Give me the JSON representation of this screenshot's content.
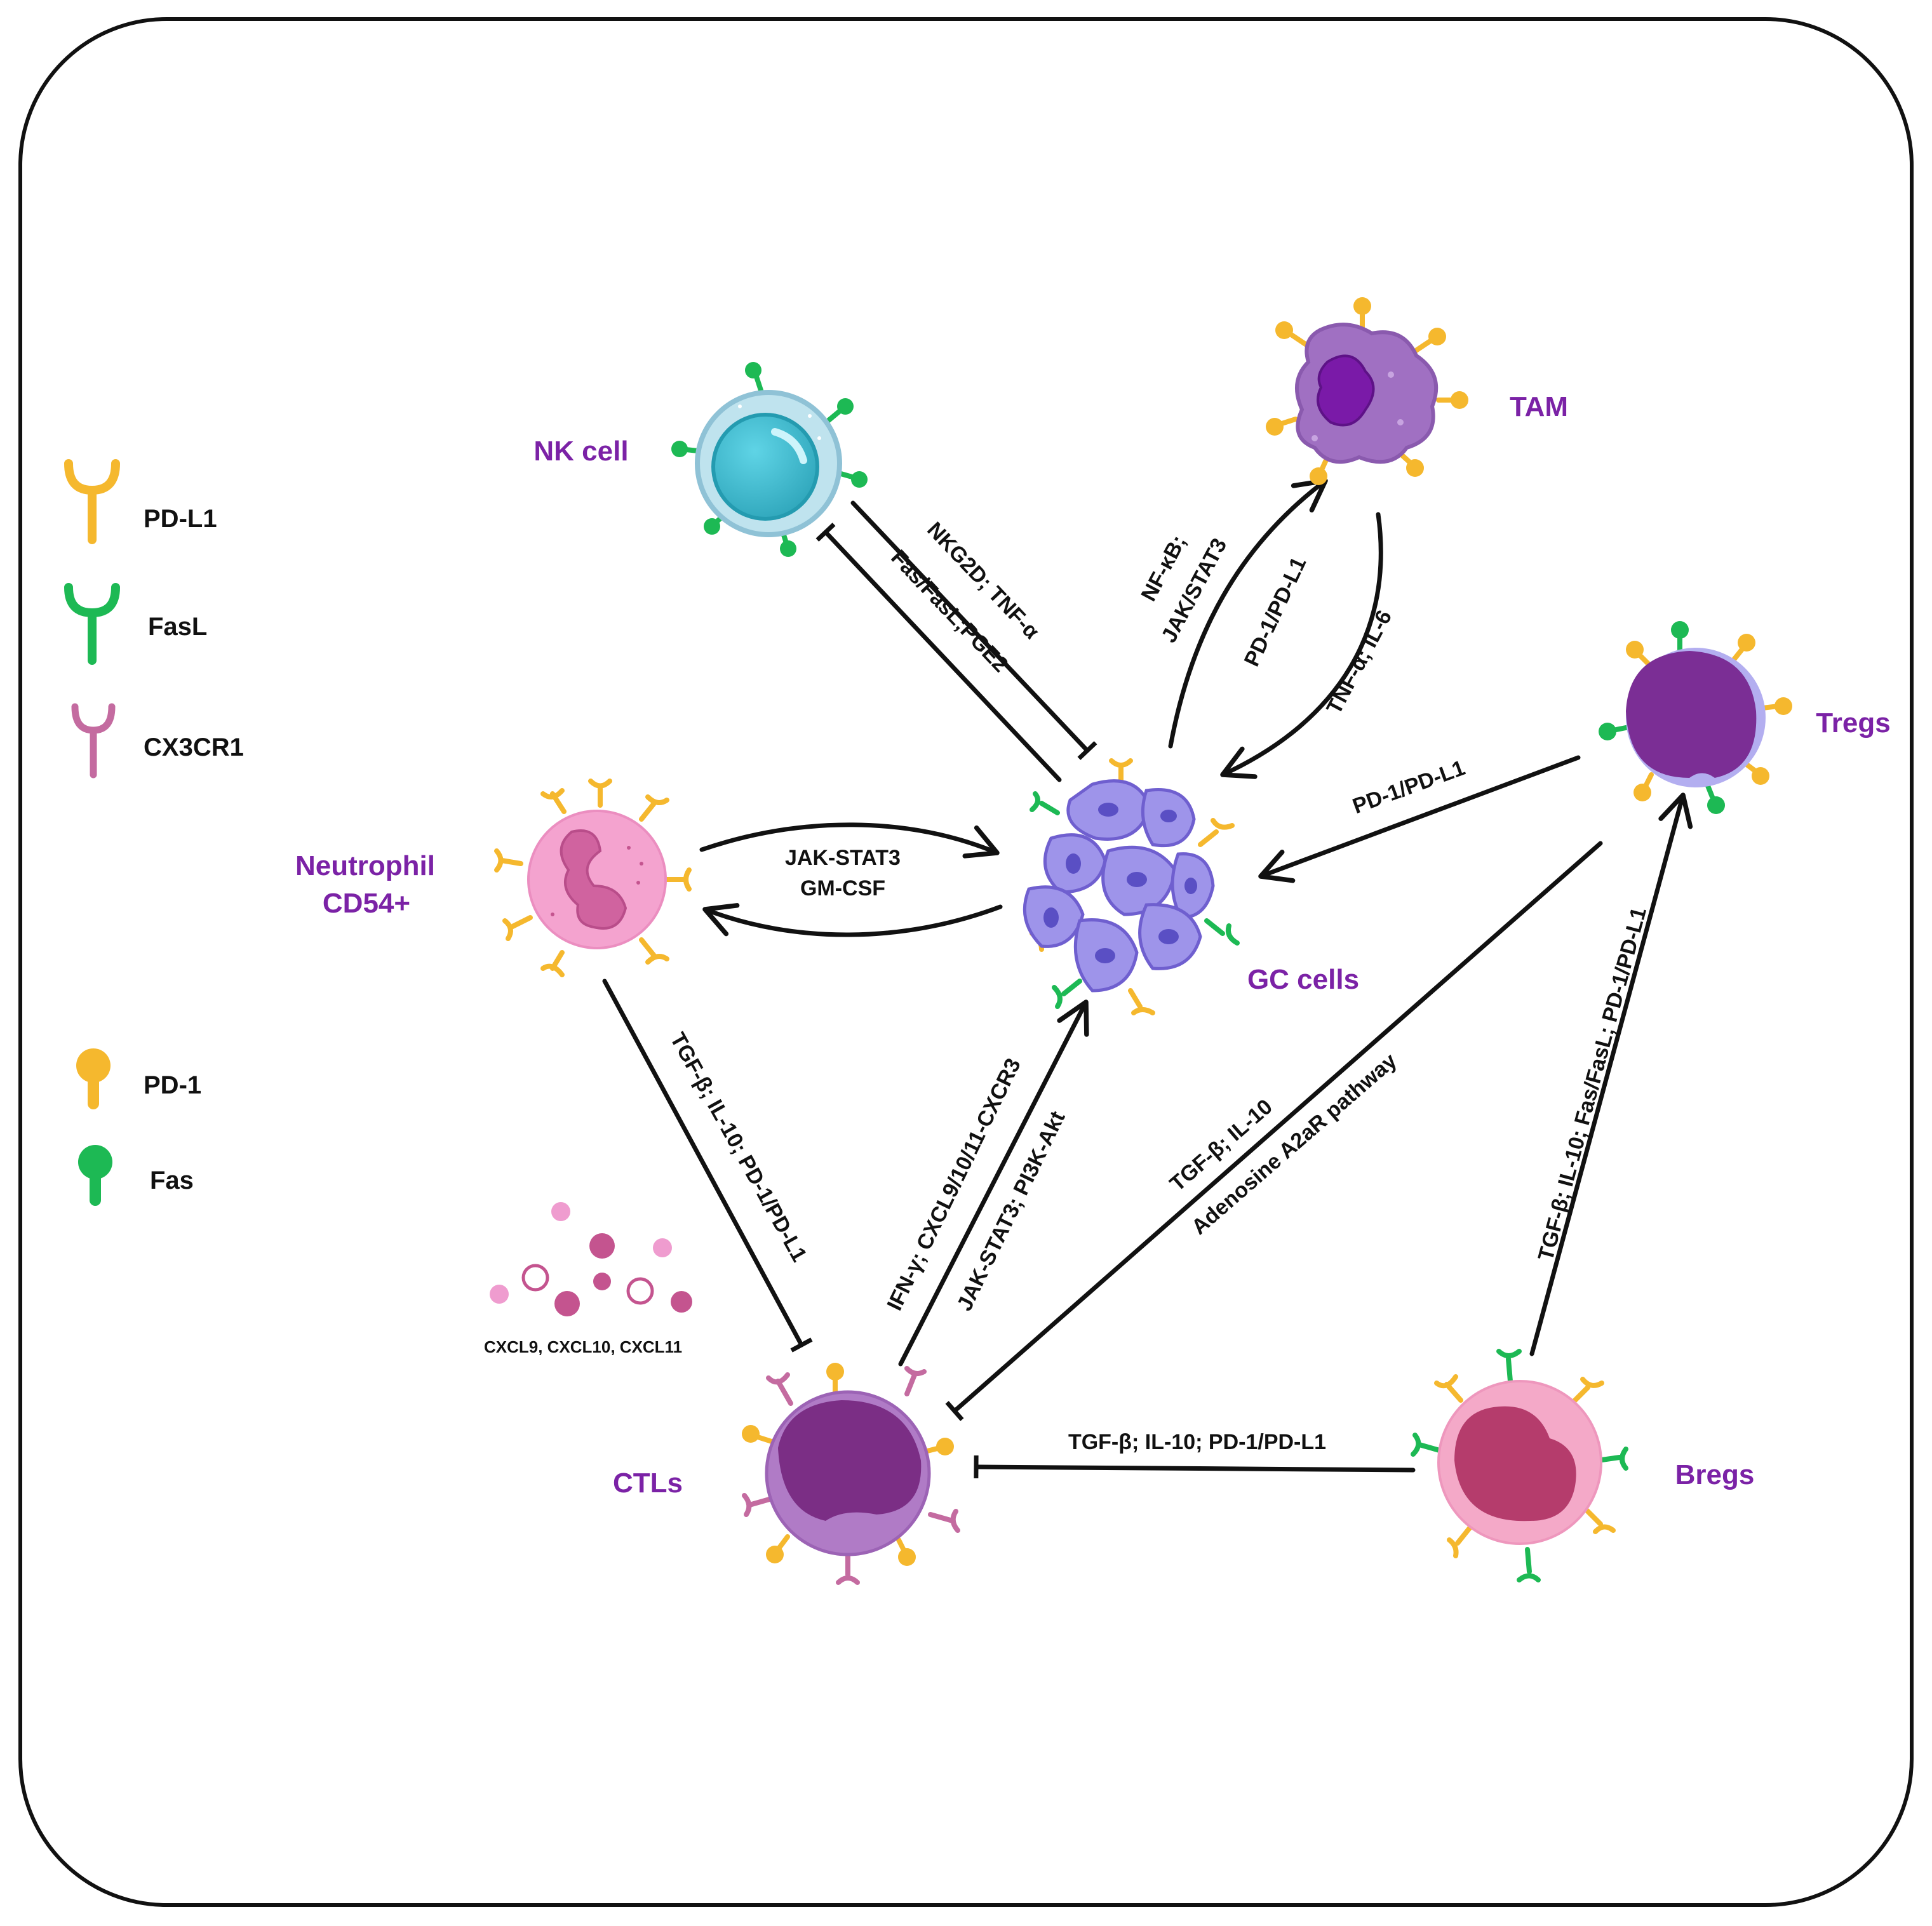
{
  "legend": {
    "pdl1": "PD-L1",
    "fasl": "FasL",
    "cx3cr1": "CX3CR1",
    "pd1": "PD-1",
    "fas": "Fas"
  },
  "cells": {
    "nk": "NK cell",
    "tam": "TAM",
    "tregs": "Tregs",
    "neutrophil_line1": "Neutrophil",
    "neutrophil_line2": "CD54+",
    "gc": "GC cells",
    "ctls": "CTLs",
    "bregs": "Bregs"
  },
  "chemokines": "CXCL9, CXCL10, CXCL11",
  "edges": {
    "nk_to_gc": "NKG2D; TNF-α",
    "gc_to_nk": "Fas/FasL;PGE2",
    "gc_to_tam_1": "NF-κB;",
    "gc_to_tam_2": "JAK/STAT3",
    "gc_tam_pd": "PD-1/PD-L1",
    "tam_to_gc": "TNF-α; IL-6",
    "tregs_to_gc": "PD-1/PD-L1",
    "neutrophil_gc_1": "JAK-STAT3",
    "neutrophil_gc_2": "GM-CSF",
    "neutrophil_to_ctls": "TGF-β; IL-10; PD-1/PD-L1",
    "ctls_to_gc_1": "IFN-γ; CXCL9/10/11-CXCR3",
    "ctls_to_gc_2": "JAK-STAT3; PI3K-Akt",
    "tregs_to_ctls_1": "TGF-β; IL-10",
    "tregs_to_ctls_2": "Adenosine A2aR pathway",
    "bregs_to_tregs": "TGF-β; IL-10; Fas/FasL; PD-1/PD-L1",
    "bregs_to_ctls": "TGF-β; IL-10; PD-1/PD-L1"
  },
  "colors": {
    "pdl1": "#f5b82e",
    "fasl": "#1db954",
    "cx3cr1": "#c46ba0",
    "pd1": "#f5b82e",
    "fas": "#1db954",
    "label": "#7b22a6"
  }
}
